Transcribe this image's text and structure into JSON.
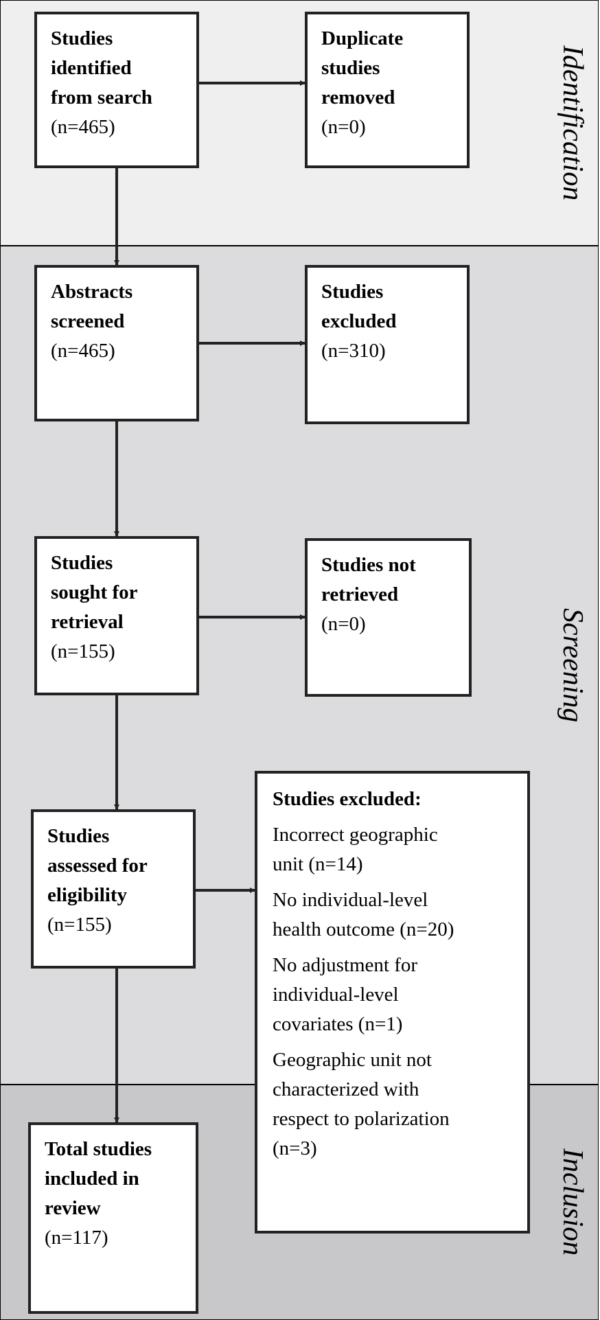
{
  "stages": {
    "identification": "Identification",
    "screening": "Screening",
    "inclusion": "Inclusion"
  },
  "boxes": {
    "identified": {
      "title_lines": [
        "Studies",
        "identified",
        "from search"
      ],
      "count": "(n=465)"
    },
    "duplicates": {
      "title_lines": [
        "Duplicate",
        "studies",
        "removed"
      ],
      "count": "(n=0)"
    },
    "abstracts": {
      "title_lines": [
        "Abstracts",
        "screened"
      ],
      "count": "(n=465)"
    },
    "excluded_abstracts": {
      "title_lines": [
        "Studies",
        "excluded"
      ],
      "count": "(n=310)"
    },
    "sought": {
      "title_lines": [
        "Studies",
        "sought for",
        "retrieval"
      ],
      "count": "(n=155)"
    },
    "not_retrieved": {
      "title_lines": [
        "Studies not",
        "retrieved"
      ],
      "count": "(n=0)"
    },
    "assessed": {
      "title_lines": [
        "Studies",
        "assessed for",
        "eligibility"
      ],
      "count": "(n=155)"
    },
    "included": {
      "title_lines": [
        "Total studies",
        "included in",
        "review"
      ],
      "count": "(n=117)"
    }
  },
  "exclusions": {
    "title": "Studies excluded:",
    "items": [
      {
        "lines": [
          "Incorrect geographic",
          "unit (n=14)"
        ]
      },
      {
        "lines": [
          "No individual-level",
          "health outcome (n=20)"
        ]
      },
      {
        "lines": [
          "No adjustment for",
          "individual-level",
          "covariates (n=1)"
        ]
      },
      {
        "lines": [
          "Geographic unit not",
          "characterized with",
          "respect to polarization",
          "(n=3)"
        ]
      }
    ]
  }
}
